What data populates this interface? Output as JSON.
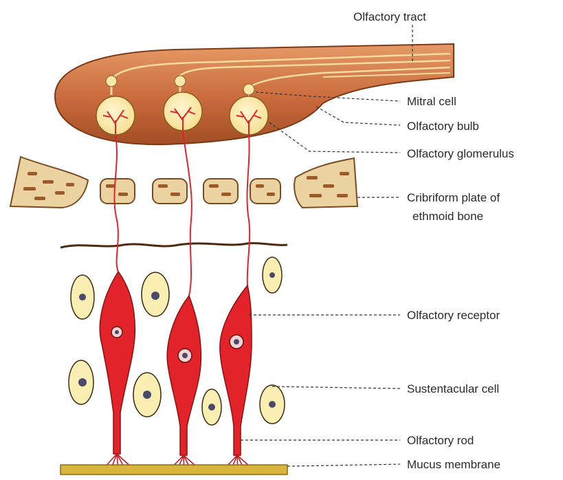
{
  "labels": {
    "olfactory_tract": "Olfactory tract",
    "mitral_cell": "Mitral cell",
    "olfactory_bulb": "Olfactory bulb",
    "olfactory_glomerulus": "Olfactory glomerulus",
    "cribriform_line1": "Cribriform plate of",
    "cribriform_line2": "ethmoid bone",
    "olfactory_receptor": "Olfactory receptor",
    "sustentacular_cell": "Sustentacular cell",
    "olfactory_rod": "Olfactory rod",
    "mucus_membrane": "Mucus membrane"
  },
  "colors": {
    "bulb_fill": "#c96a3c",
    "bulb_light": "#e08d5d",
    "glomerulus_fill": "#fbe7a8",
    "bone_fill": "#ead3a0",
    "bone_spot": "#9a5a2a",
    "receptor_red": "#e3232a",
    "cell_fill": "#fbeeb3",
    "nucleus": "#4a4a6a",
    "mucus": "#d8b53c"
  }
}
